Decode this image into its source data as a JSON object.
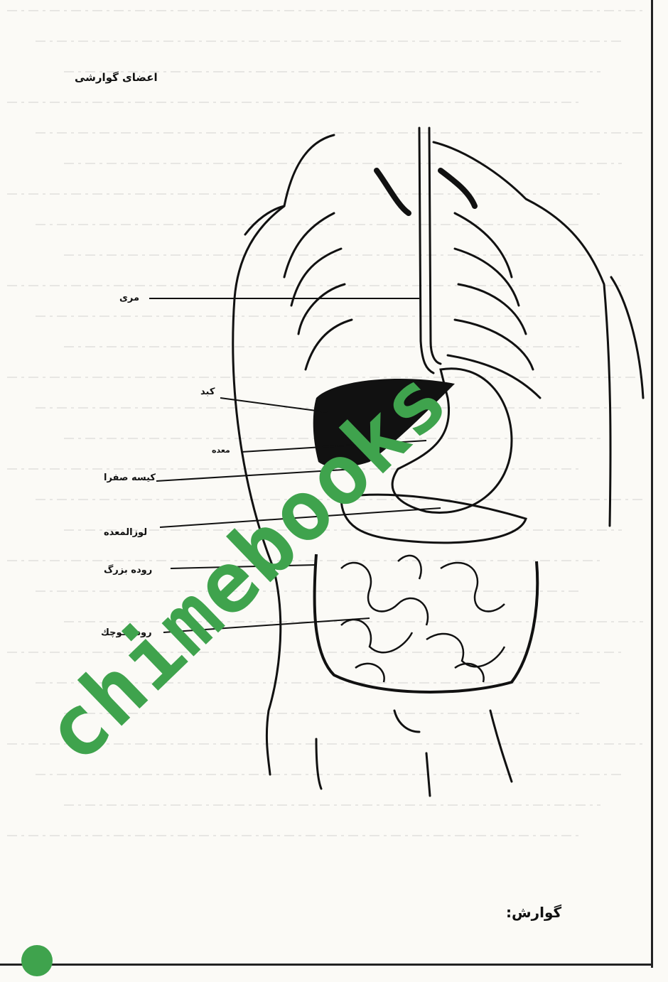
{
  "diagram": {
    "title": "اعضای گوارشی",
    "labels": {
      "esophagus": "مری",
      "liver": "کبد",
      "stomach": "معده",
      "gallbladder": "کیسه صفرا",
      "pancreas": "لوزالمعده",
      "large_intestine": "روده بزرگ",
      "small_intestine": "روده کوچك"
    }
  },
  "section_heading": "گوارش:",
  "watermark": {
    "text": "chimebooks",
    "color": "#3fa34d"
  },
  "colors": {
    "ink": "#111111",
    "paper": "#fbfaf6"
  }
}
